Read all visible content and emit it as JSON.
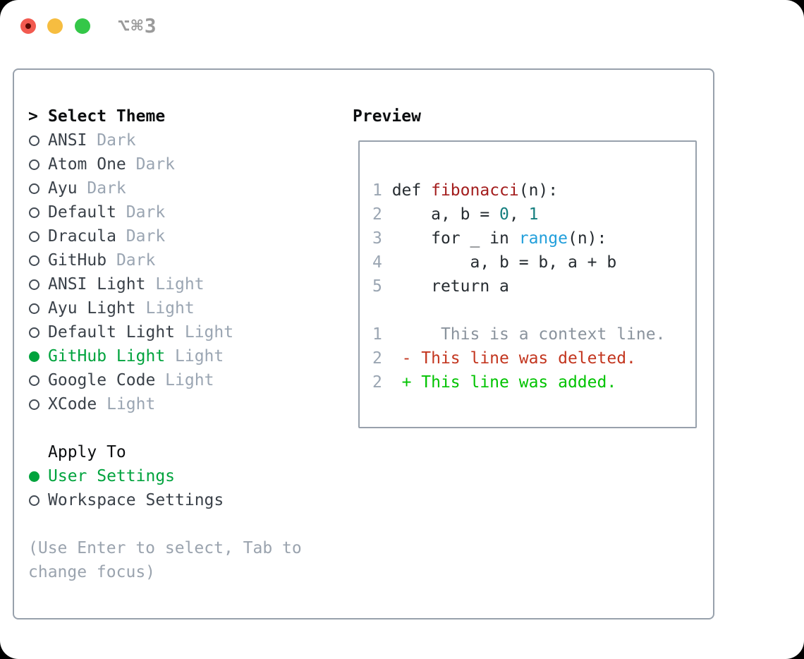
{
  "window": {
    "shortcut": "⌥⌘3"
  },
  "theme_panel": {
    "prompt": ">",
    "title": "Select Theme",
    "themes": [
      {
        "name": "ANSI",
        "variant": "Dark",
        "selected": false
      },
      {
        "name": "Atom One",
        "variant": "Dark",
        "selected": false
      },
      {
        "name": "Ayu",
        "variant": "Dark",
        "selected": false
      },
      {
        "name": "Default",
        "variant": "Dark",
        "selected": false
      },
      {
        "name": "Dracula",
        "variant": "Dark",
        "selected": false
      },
      {
        "name": "GitHub",
        "variant": "Dark",
        "selected": false
      },
      {
        "name": "ANSI Light",
        "variant": "Light",
        "selected": false
      },
      {
        "name": "Ayu Light",
        "variant": "Light",
        "selected": false
      },
      {
        "name": "Default Light",
        "variant": "Light",
        "selected": false
      },
      {
        "name": "GitHub Light",
        "variant": "Light",
        "selected": true
      },
      {
        "name": "Google Code",
        "variant": "Light",
        "selected": false
      },
      {
        "name": "XCode",
        "variant": "Light",
        "selected": false
      }
    ],
    "apply_to": {
      "title": "Apply To",
      "options": [
        {
          "name": "User Settings",
          "selected": true
        },
        {
          "name": "Workspace Settings",
          "selected": false
        }
      ]
    },
    "hint_line1": "(Use Enter to select, Tab to",
    "hint_line2": "change focus)"
  },
  "preview": {
    "title": "Preview",
    "lines": [
      [
        {
          "t": "1",
          "c": "num"
        },
        {
          "t": " def ",
          "c": "code"
        },
        {
          "t": "fibonacci",
          "c": "func"
        },
        {
          "t": "(n):",
          "c": "code"
        }
      ],
      [
        {
          "t": "2",
          "c": "num"
        },
        {
          "t": "     a, b = ",
          "c": "code"
        },
        {
          "t": "0",
          "c": "number"
        },
        {
          "t": ", ",
          "c": "code"
        },
        {
          "t": "1",
          "c": "number"
        }
      ],
      [
        {
          "t": "3",
          "c": "num"
        },
        {
          "t": "     for _ in ",
          "c": "code"
        },
        {
          "t": "range",
          "c": "builtin"
        },
        {
          "t": "(n):",
          "c": "code"
        }
      ],
      [
        {
          "t": "4",
          "c": "num"
        },
        {
          "t": "         a, b = b, a + b",
          "c": "code"
        }
      ],
      [
        {
          "t": "5",
          "c": "num"
        },
        {
          "t": "     return a",
          "c": "code"
        }
      ],
      [],
      [
        {
          "t": "1",
          "c": "num"
        },
        {
          "t": "      This is a context line.",
          "c": "context"
        }
      ],
      [
        {
          "t": "2",
          "c": "num"
        },
        {
          "t": "  ",
          "c": "code"
        },
        {
          "t": "- This line was deleted.",
          "c": "deleted"
        }
      ],
      [
        {
          "t": "2",
          "c": "num"
        },
        {
          "t": "  ",
          "c": "code"
        },
        {
          "t": "+ This line was added.",
          "c": "added"
        }
      ]
    ]
  },
  "colors": {
    "accent_green": "#00a33d",
    "added_green": "#00c300",
    "deleted_red": "#c3361f",
    "func_red": "#a31d1d",
    "number_teal": "#147e7e",
    "builtin_blue": "#229fdb",
    "muted": "#9aa5b2",
    "line_number": "#9aa5b2",
    "context_gray": "#8a939d",
    "hint": "#9aa3ae",
    "text_dark": "#3a4149",
    "heading": "#0c0e10",
    "code_text": "#262c31",
    "panel_border": "#98a1ac",
    "traffic_red": "#f25a50",
    "traffic_red_dot": "#5a0a04",
    "traffic_yellow": "#f6bd40",
    "traffic_green": "#34c748",
    "shortcut_gray": "#9a9a9a",
    "window_bg": "#ffffff",
    "outside_bg": "#000000"
  }
}
